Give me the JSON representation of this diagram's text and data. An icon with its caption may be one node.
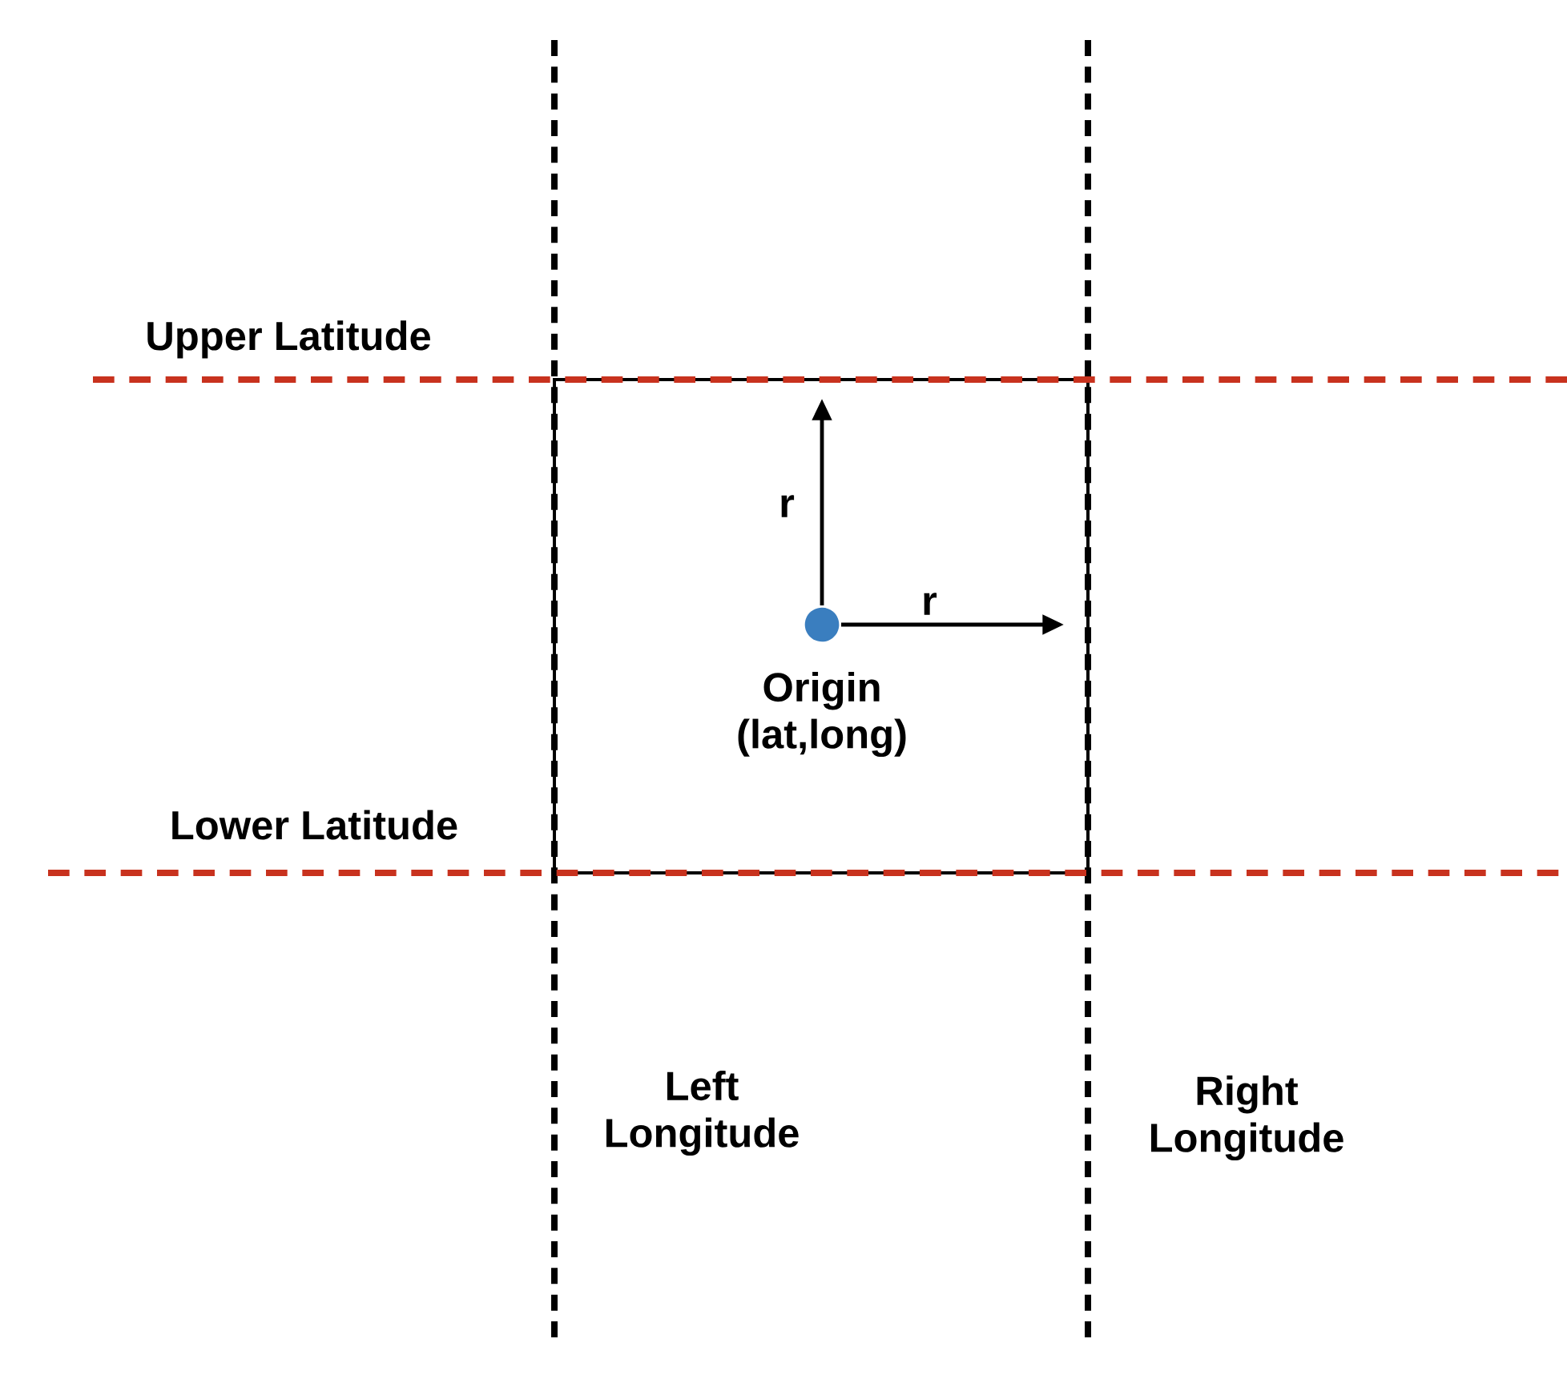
{
  "diagram": {
    "nodes": [
      {
        "text": [],
        "shape": "circle",
        "beside": [
          "Origin (lat,long)"
        ]
      }
    ],
    "labels": [
      "Upper Latitude",
      "r",
      "r",
      "Lower Latitude",
      "Left Longitude",
      "Right Longitude"
    ]
  }
}
